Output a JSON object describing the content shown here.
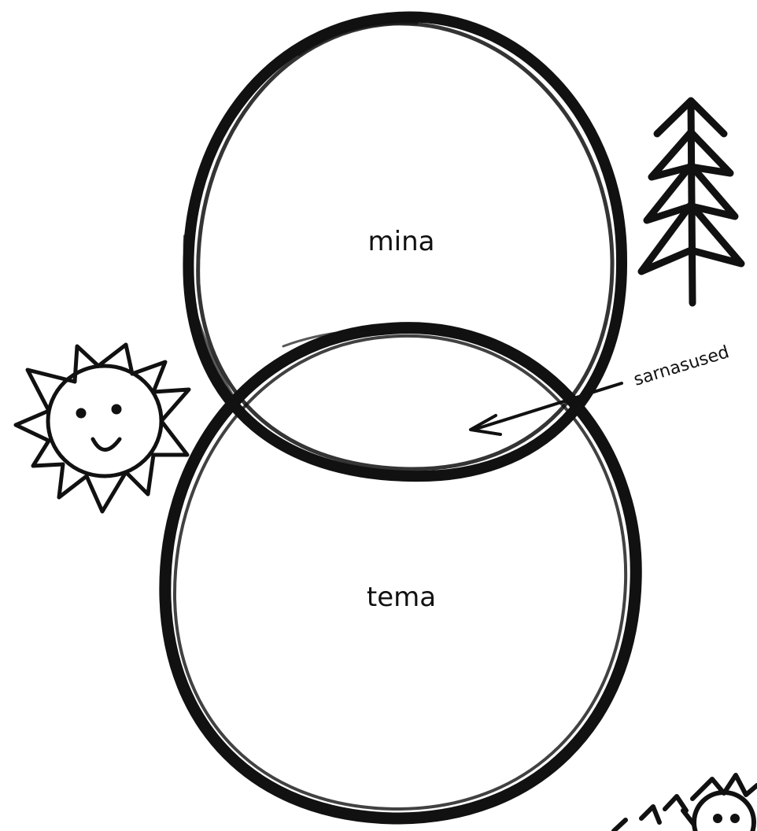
{
  "diagram": {
    "top_circle_label": "mina",
    "bottom_circle_label": "tema",
    "overlap_label": "sarnasused"
  },
  "icons": {
    "sun": "sun-icon",
    "tree": "tree-icon",
    "corner_drawing": "flower-icon"
  },
  "colors": {
    "ink": "#111111",
    "background": "#ffffff"
  }
}
